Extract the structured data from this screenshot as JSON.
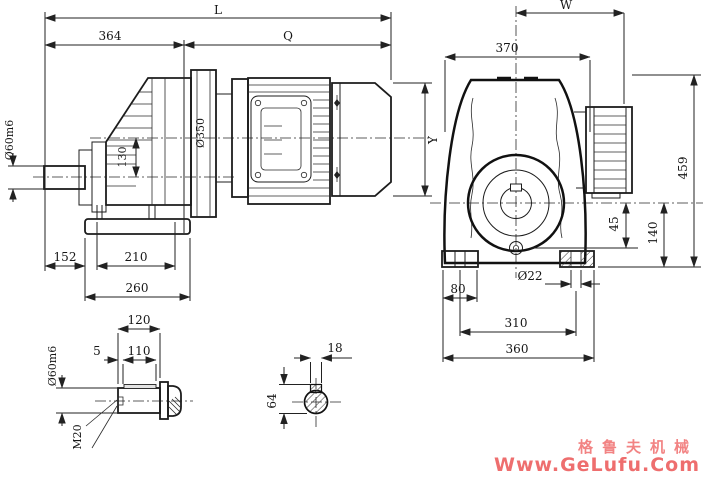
{
  "drawing": {
    "kind": "gear-reducer-dimensional-drawing",
    "views": {
      "side_view": "motor-gear-reducer side view",
      "front_view": "gear-reducer front view",
      "shaft_detail": "output shaft end detail",
      "section_detail": "shaft keyway cross-section"
    }
  },
  "dims": {
    "L": "L",
    "Q": "Q",
    "W": "W",
    "Y": "Y",
    "d364": "364",
    "d130": "130",
    "flange": "Ø350",
    "shaft_dia": "Ø60m6",
    "d152": "152",
    "d210": "210",
    "d260": "260",
    "d370": "370",
    "d459": "459",
    "d140": "140",
    "d45": "45",
    "d80": "80",
    "hole22": "Ø22",
    "d310": "310",
    "d360": "360",
    "d120": "120",
    "d5": "5",
    "d110": "110",
    "thread": "M20",
    "d18": "18",
    "d64": "64"
  },
  "watermark": {
    "line1": "格鲁夫机械",
    "line2": "Www.GeLufu.Com",
    "color1": "#f28383",
    "color2": "#ee6e6e"
  }
}
